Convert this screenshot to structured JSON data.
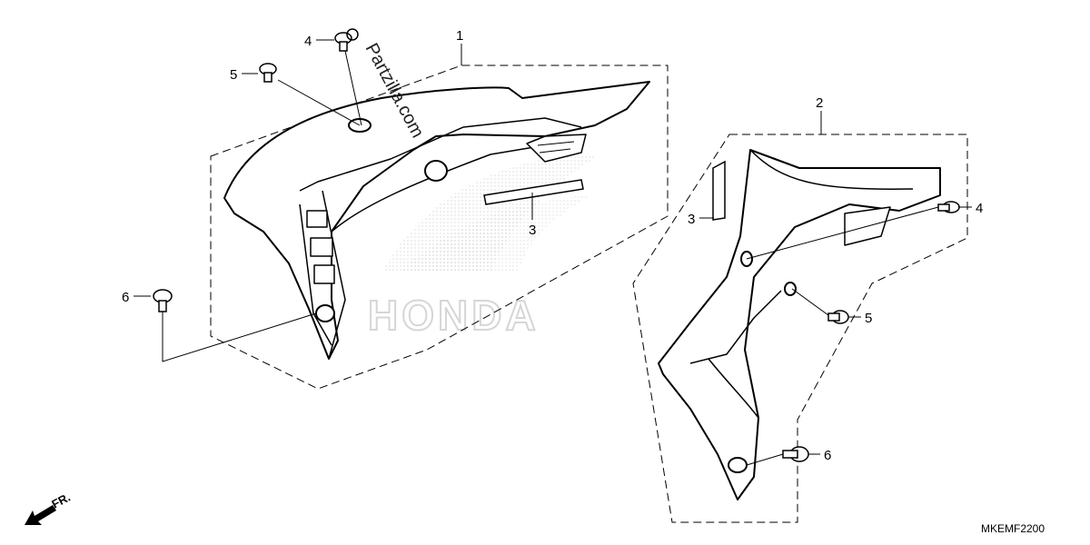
{
  "callouts": {
    "c1": "1",
    "c2": "2",
    "c3a": "3",
    "c3b": "3",
    "c4a": "4",
    "c4b": "4",
    "c5a": "5",
    "c5b": "5",
    "c6a": "6",
    "c6b": "6"
  },
  "diagram_code": "MKEMF2200",
  "front_indicator": "FR.",
  "watermark": "Partzilla.com",
  "background_logo": "HONDA"
}
